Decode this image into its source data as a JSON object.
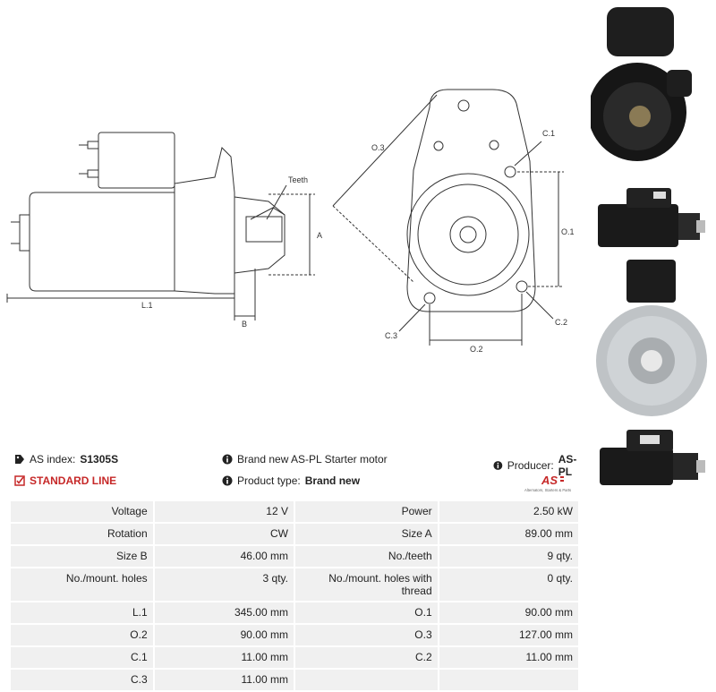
{
  "drawing_labels": {
    "teeth": "Teeth",
    "a": "A",
    "b": "B",
    "l1": "L.1",
    "o1": "O.1",
    "o2": "O.2",
    "o3": "O.3",
    "c1": "C.1",
    "c2": "C.2",
    "c3": "C.3"
  },
  "info": {
    "as_index_label": "AS index:",
    "as_index_value": "S1305S",
    "standard_line": "STANDARD LINE",
    "description": "Brand new AS-PL Starter motor",
    "product_type_label": "Product type:",
    "product_type_value": "Brand new",
    "producer_label": "Producer:",
    "producer_value": "AS-PL"
  },
  "logo": {
    "mark": "AS",
    "tagline": "Alternators, Starters & Parts"
  },
  "specs": [
    [
      {
        "label": "Voltage",
        "value": "12 V"
      },
      {
        "label": "Power",
        "value": "2.50 kW"
      }
    ],
    [
      {
        "label": "Rotation",
        "value": "CW"
      },
      {
        "label": "Size A",
        "value": "89.00 mm"
      }
    ],
    [
      {
        "label": "Size B",
        "value": "46.00 mm"
      },
      {
        "label": "No./teeth",
        "value": "9 qty."
      }
    ],
    [
      {
        "label": "No./mount. holes",
        "value": "3 qty."
      },
      {
        "label": "No./mount. holes with thread",
        "value": "0 qty."
      }
    ],
    [
      {
        "label": "L.1",
        "value": "345.00 mm"
      },
      {
        "label": "O.1",
        "value": "90.00 mm"
      }
    ],
    [
      {
        "label": "O.2",
        "value": "90.00 mm"
      },
      {
        "label": "O.3",
        "value": "127.00 mm"
      }
    ],
    [
      {
        "label": "C.1",
        "value": "11.00 mm"
      },
      {
        "label": "C.2",
        "value": "11.00 mm"
      }
    ],
    [
      {
        "label": "C.3",
        "value": "11.00 mm"
      },
      {
        "label": "",
        "value": ""
      }
    ]
  ],
  "colors": {
    "accent_red": "#c62828",
    "cell_bg": "#f0f0f0",
    "product_black": "#1b1b1b"
  }
}
